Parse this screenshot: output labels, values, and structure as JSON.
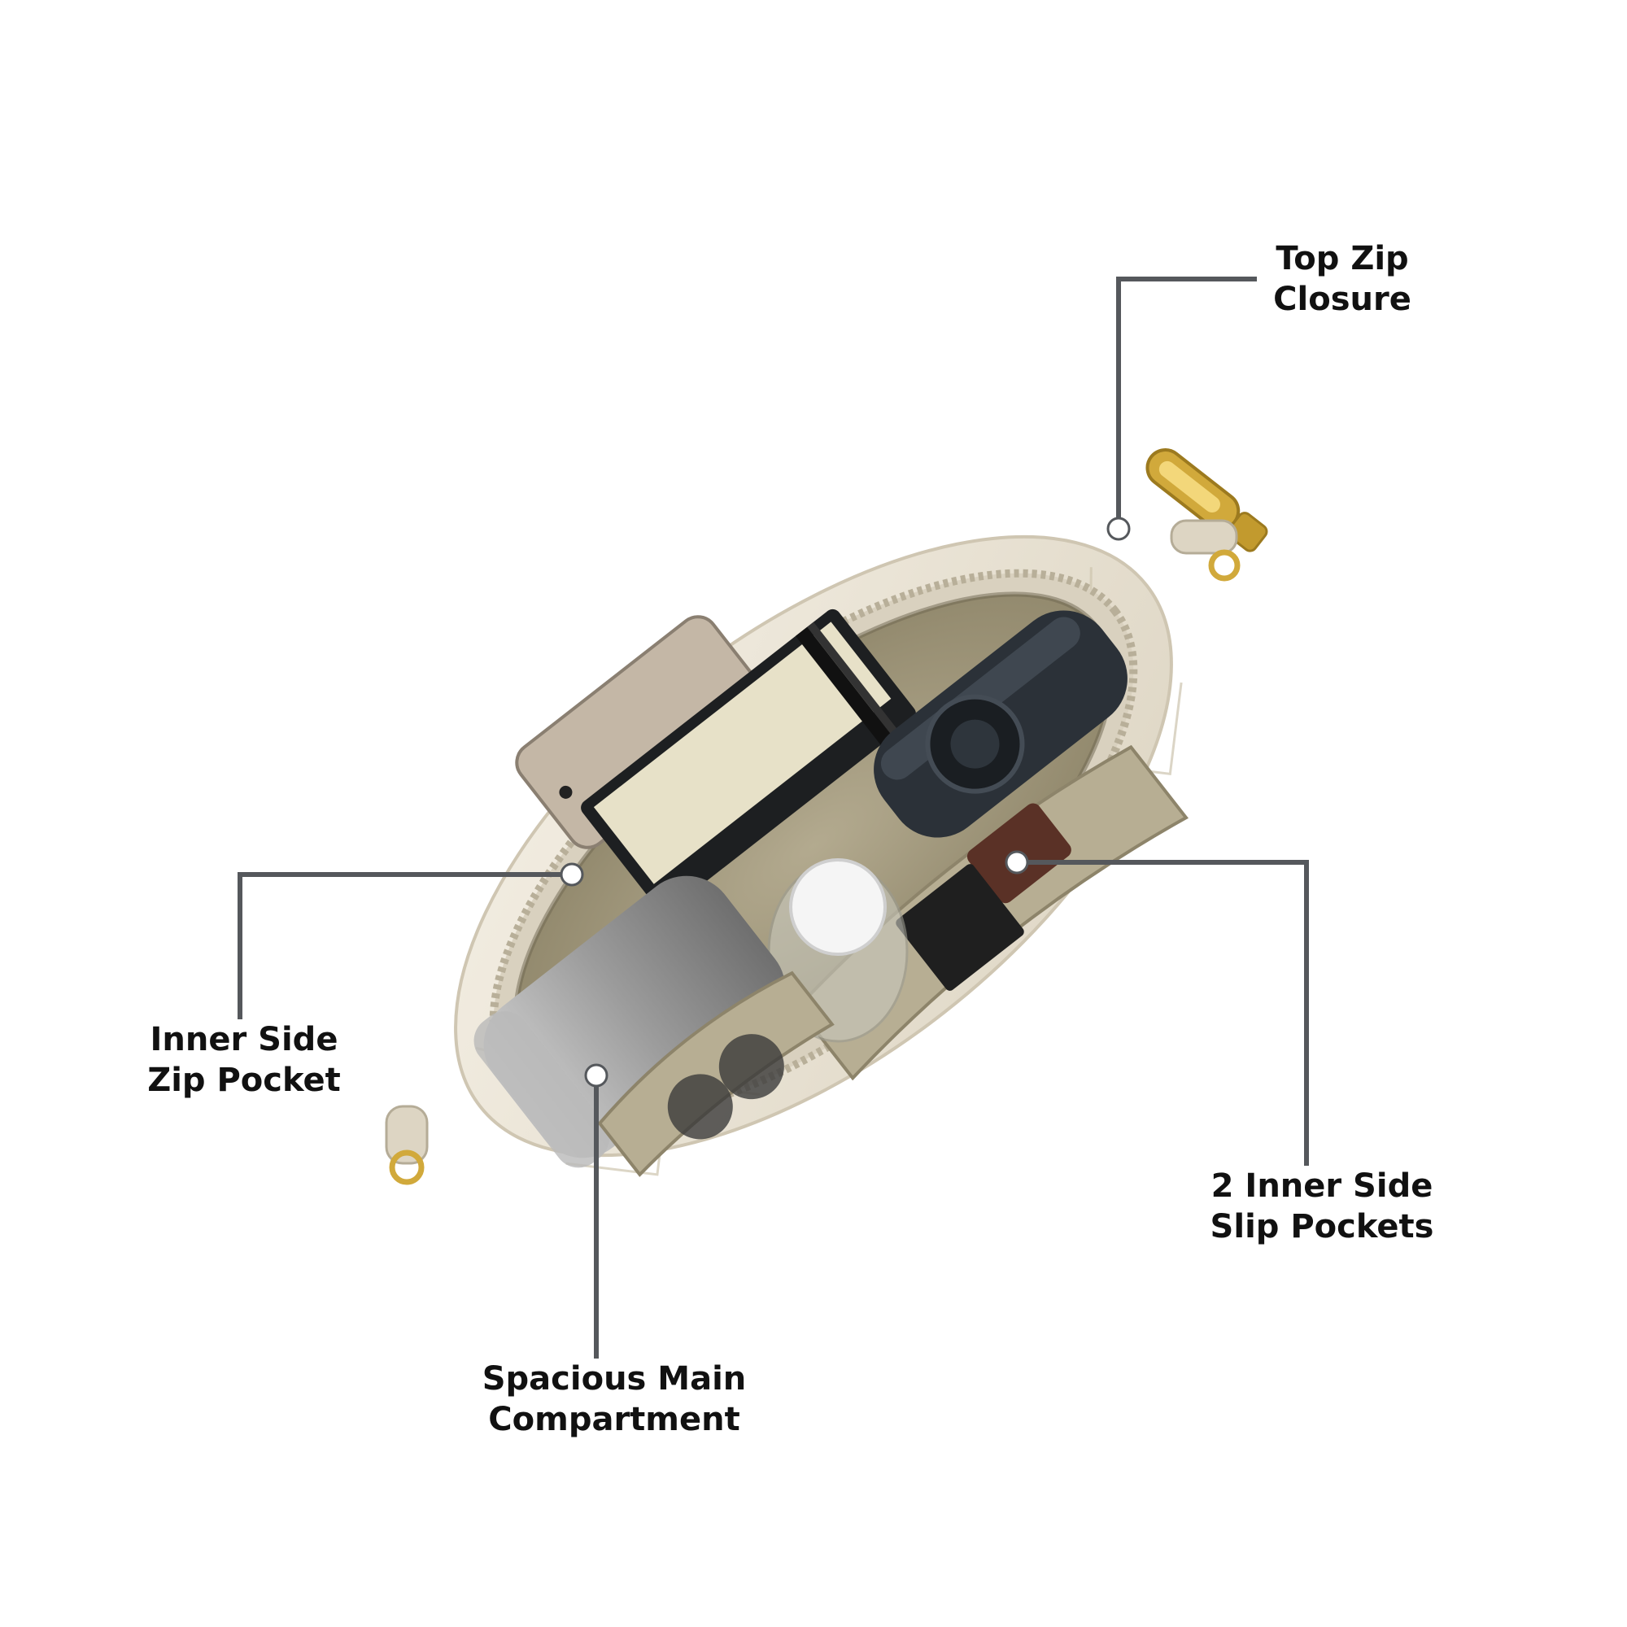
{
  "callouts": {
    "top_zip": {
      "line1": "Top Zip",
      "line2": "Closure"
    },
    "zip_pocket": {
      "line1": "Inner Side",
      "line2": "Zip Pocket"
    },
    "slip_pockets": {
      "line1": "2 Inner Side",
      "line2": "Slip Pockets"
    },
    "main_compartment": {
      "line1": "Spacious Main",
      "line2": "Compartment"
    }
  },
  "colors": {
    "leader_line": "#55585c",
    "bag_shell": "#ece6d8",
    "lining": "#a99f84",
    "zipper_gold": "#d1a93b"
  },
  "icons": {
    "zipper_pull": "zipper-pull-icon",
    "callout_dot": "callout-dot-icon"
  }
}
